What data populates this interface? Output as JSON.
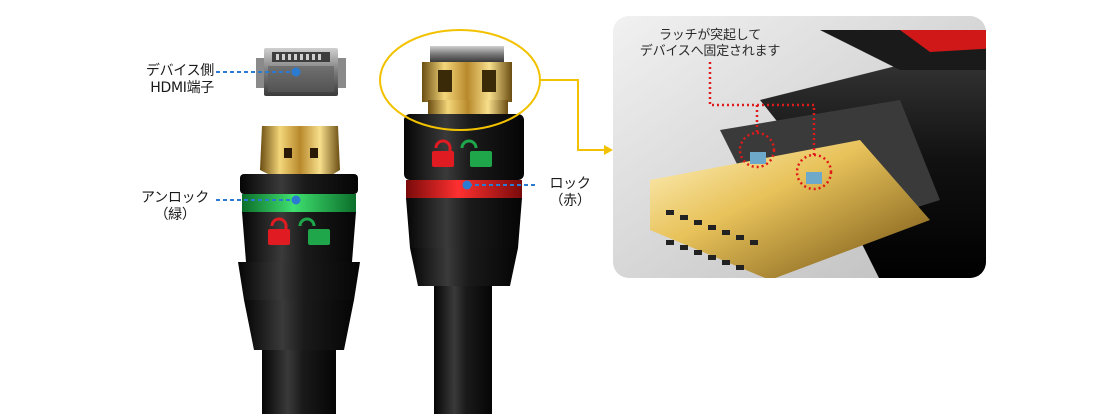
{
  "labels": {
    "device_port": {
      "line1": "デバイス側",
      "line2": "HDMI端子"
    },
    "unlock": {
      "line1": "アンロック",
      "line2": "（緑）"
    },
    "lock": {
      "line1": "ロック",
      "line2": "（赤）"
    }
  },
  "callout": {
    "line1": "ラッチが突起して",
    "line2": "デバイスへ固定されます"
  },
  "colors": {
    "leader_line": "#2b7bd0",
    "lock_red": "#e11b22",
    "unlock_green": "#1fa64a",
    "highlight": "#f2c200",
    "callout_dots": "#e01a1a"
  }
}
